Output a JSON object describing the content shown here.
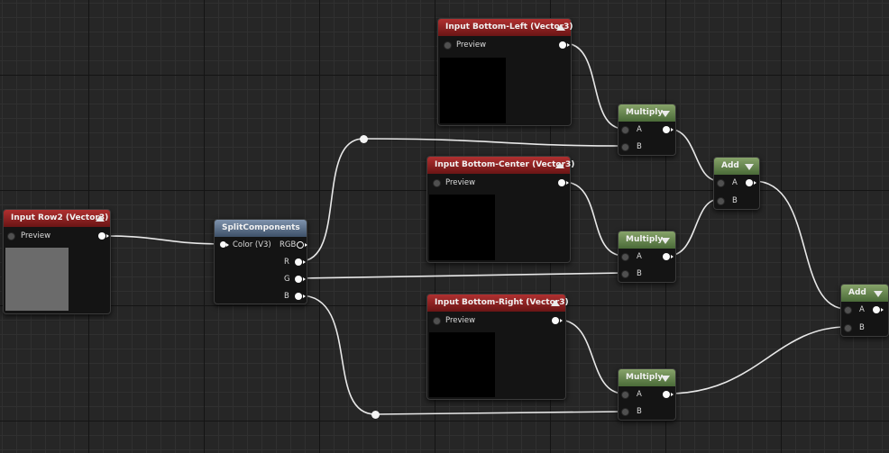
{
  "nodes": {
    "input_bottom_left": {
      "title": "Input Bottom-Left (Vector3)",
      "preview_label": "Preview",
      "swatch_color": "#000000"
    },
    "input_bottom_center": {
      "title": "Input Bottom-Center (Vector3)",
      "preview_label": "Preview",
      "swatch_color": "#000000"
    },
    "input_bottom_right": {
      "title": "Input Bottom-Right (Vector3)",
      "preview_label": "Preview",
      "swatch_color": "#000000"
    },
    "input_row2": {
      "title": "Input Row2 (Vector3)",
      "preview_label": "Preview",
      "swatch_color": "#6b6b6b"
    },
    "split_components": {
      "title": "SplitComponents",
      "input_label": "Color (V3)",
      "outputs": {
        "rgb": "RGB",
        "r": "R",
        "g": "G",
        "b": "B"
      }
    },
    "multiply_1": {
      "title": "Multiply",
      "a": "A",
      "b": "B"
    },
    "multiply_2": {
      "title": "Multiply",
      "a": "A",
      "b": "B"
    },
    "multiply_3": {
      "title": "Multiply",
      "a": "A",
      "b": "B"
    },
    "add_1": {
      "title": "Add",
      "a": "A",
      "b": "B"
    },
    "add_2": {
      "title": "Add",
      "a": "A",
      "b": "B"
    }
  },
  "colors": {
    "input_header": "#8b1f1f",
    "math_header": "#5f7f4b",
    "split_header": "#56687f",
    "wire": "#e8e8e8"
  }
}
